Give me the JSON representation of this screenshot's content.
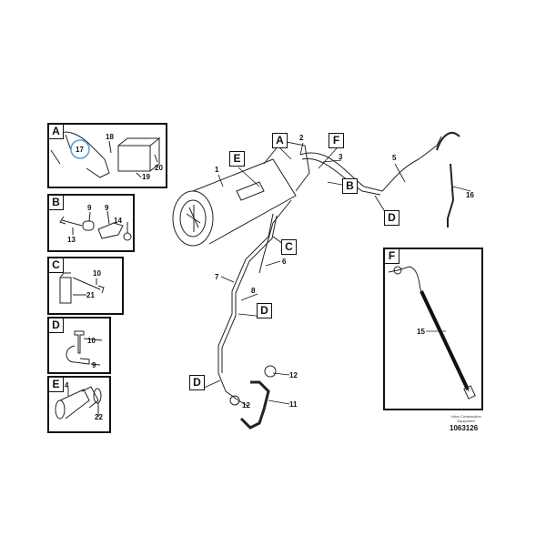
{
  "details": {
    "A": {
      "tag": "A",
      "callouts": [
        "17",
        "18",
        "19",
        "20"
      ]
    },
    "B": {
      "tag": "B",
      "callouts": [
        "9",
        "9",
        "13",
        "14"
      ]
    },
    "C": {
      "tag": "C",
      "callouts": [
        "10",
        "21"
      ]
    },
    "D": {
      "tag": "D",
      "callouts": [
        "10",
        "9"
      ]
    },
    "E": {
      "tag": "E",
      "callouts": [
        "4",
        "22"
      ]
    },
    "F": {
      "tag": "F",
      "callouts": [
        "15"
      ]
    }
  },
  "main": {
    "tags": [
      "A",
      "F",
      "E",
      "B",
      "C",
      "D",
      "D",
      "D"
    ],
    "callouts": [
      "1",
      "2",
      "3",
      "5",
      "16",
      "6",
      "7",
      "8",
      "12",
      "12",
      "11"
    ]
  },
  "highlight_color": "#5b9bd5",
  "footer": {
    "company": "Volvo Construction",
    "company2": "Equipment",
    "drawing_number": "1063126"
  }
}
